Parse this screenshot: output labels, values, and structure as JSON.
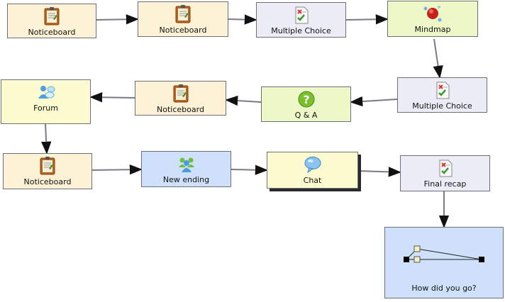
{
  "nodes": {
    "n1": {
      "label": "Noticeboard",
      "icon": "noticeboard-icon"
    },
    "n2": {
      "label": "Noticeboard",
      "icon": "noticeboard-icon"
    },
    "n3": {
      "label": "Multiple Choice",
      "icon": "multiple-choice-icon"
    },
    "n4": {
      "label": "Mindmap",
      "icon": "mindmap-icon"
    },
    "n5": {
      "label": "Multiple Choice",
      "icon": "multiple-choice-icon"
    },
    "n6": {
      "label": "Q & A",
      "icon": "question-icon"
    },
    "n7": {
      "label": "Noticeboard",
      "icon": "noticeboard-icon"
    },
    "n8": {
      "label": "Forum",
      "icon": "forum-icon"
    },
    "n9": {
      "label": "Noticeboard",
      "icon": "noticeboard-icon"
    },
    "n10": {
      "label": "New ending",
      "icon": "group-icon"
    },
    "n11": {
      "label": "Chat",
      "icon": "chat-bubble-icon"
    },
    "n12": {
      "label": "Final recap",
      "icon": "multiple-choice-icon"
    },
    "n13": {
      "label": "How did you go?",
      "icon": "branching-icon"
    }
  },
  "colors": {
    "orange": "#fdf1d6",
    "lavender": "#ececf6",
    "green": "#edf8c8",
    "yellow": "#fdfcd0",
    "blue": "#cfe0fa",
    "connector": "#7a7a88"
  }
}
